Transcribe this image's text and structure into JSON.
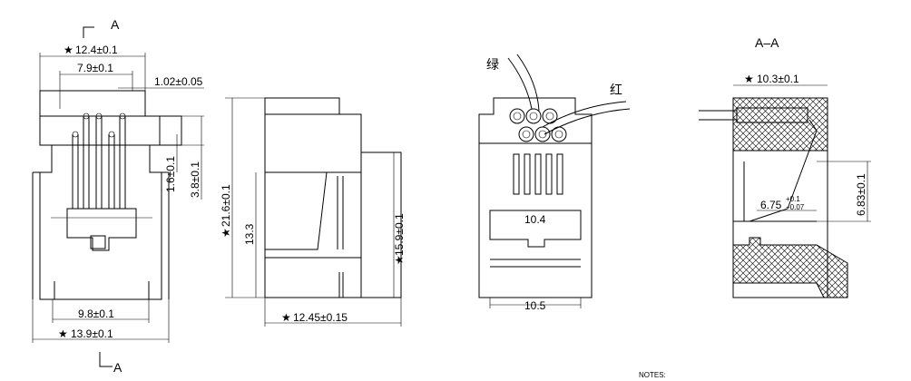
{
  "section_marks": {
    "top": "A",
    "bottom": "A",
    "section_title": "A–A"
  },
  "wire_labels": {
    "green": "绿",
    "red": "红"
  },
  "star_glyph": "★",
  "front_view": {
    "width_top": "12.4±0.1",
    "pitch_width": "7.9±0.1",
    "pin_pitch": "1.02±0.05",
    "pin_offset": "1.6±0.1",
    "pin_height": "3.8±0.1",
    "inner_width": "9.8±0.1",
    "outer_width": "13.9±0.1"
  },
  "side_view": {
    "total_height": "21.6±0.1",
    "mid_height": "13.3",
    "right_height": "15.9±0.1",
    "depth": "12.45±0.15"
  },
  "rear_view": {
    "opening_width": "10.4",
    "base_width": "10.5"
  },
  "section_view": {
    "top_width": "10.3±0.1",
    "contact_height": "6.83±0.1",
    "contact_offset_base": "6.75",
    "contact_offset_tol_plus": "+0.1",
    "contact_offset_tol_minus": "−0.07"
  },
  "notes_label": "NOTES:",
  "colors": {
    "line": "#000000",
    "background": "#ffffff"
  }
}
